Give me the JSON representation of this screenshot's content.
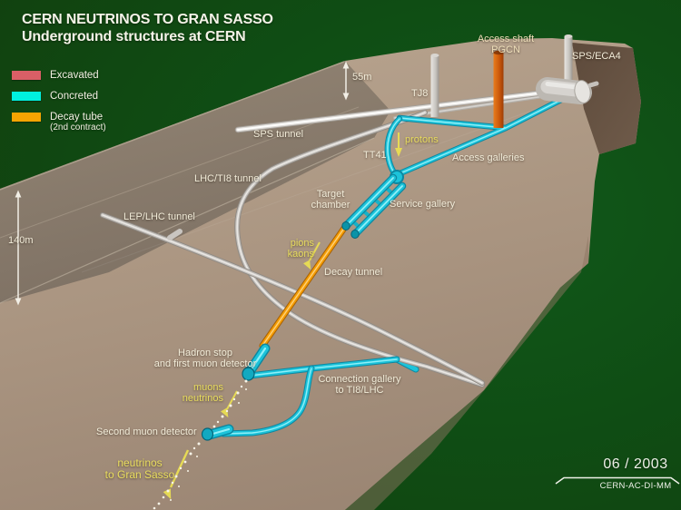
{
  "title": {
    "line1": "CERN NEUTRINOS TO GRAN SASSO",
    "line2": "Underground structures at CERN"
  },
  "legend": {
    "items": [
      {
        "label": "Excavated",
        "color": "#d95f66"
      },
      {
        "label": "Concreted",
        "color": "#00f0df"
      },
      {
        "label": "Decay tube",
        "sublabel": "(2nd contract)",
        "color": "#f6a402"
      }
    ]
  },
  "labels": {
    "depth_55m": "55m",
    "depth_140m": "140m",
    "tj8": "TJ8",
    "access_shaft": {
      "line1": "Access shaft",
      "line2": "PGCN"
    },
    "sps_eca4": "SPS/ECA4",
    "sps_tunnel": "SPS tunnel",
    "lhc_ti8_tunnel": "LHC/TI8 tunnel",
    "lep_lhc_tunnel": "LEP/LHC tunnel",
    "protons": "protons",
    "tt41": "TT41",
    "access_galleries": "Access galleries",
    "target_chamber": {
      "line1": "Target",
      "line2": "chamber"
    },
    "service_gallery": "Service gallery",
    "pions_kaons": {
      "line1": "pions",
      "line2": "kaons"
    },
    "decay_tunnel": "Decay tunnel",
    "hadron_stop": {
      "line1": "Hadron stop",
      "line2": "and first muon detector"
    },
    "muons_neutrinos": {
      "line1": "muons",
      "line2": "neutrinos"
    },
    "connection_gallery": {
      "line1": "Connection gallery",
      "line2": "to TI8/LHC"
    },
    "second_muon_detector": "Second muon detector",
    "neutrinos_gran_sasso": {
      "line1": "neutrinos",
      "line2": "to Gran Sasso"
    }
  },
  "footer": {
    "date": "06 / 2003",
    "code": "CERN-AC-DI-MM"
  },
  "colors": {
    "background_green": "#0f5216",
    "terrain_brown": "#a8937f",
    "tunnel_gray": "#cfccc8",
    "concreted_cyan": "#1cc3da",
    "decay_tube_orange": "#f49d06",
    "access_shaft_orange": "#cf5a0d",
    "particle_label_yellow": "#e9dd5e",
    "structure_label_cream": "#f2ecd9"
  }
}
